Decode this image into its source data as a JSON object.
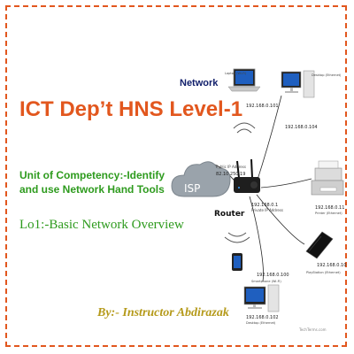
{
  "slide": {
    "title": "ICT Dep’t HNS Level-1",
    "network_label": "Network",
    "unit_of_competency": "Unit of Competency:-Identify and use Network Hand Tools",
    "learning_outcome": "Lo1:-Basic Network Overview",
    "byline": "By:- Instructor Abdirazak",
    "colors": {
      "title": "#e2571e",
      "border": "#e2571e",
      "green": "#2e9b1e",
      "byline": "#b59a1a",
      "network": "#111f6b"
    }
  },
  "diagram": {
    "isp_label": "ISP",
    "public_ip_caption": "Public IP Address",
    "public_ip": "82.10.250.19",
    "router_label": "Router",
    "router_ip": "192.168.0.1",
    "router_ip_caption": "Private IP Address",
    "devices": {
      "laptop": {
        "caption": "Laptop (Wi-Fi)",
        "ip": "192.168.0.101"
      },
      "desktop_top": {
        "caption": "Desktop (Ethernet)",
        "ip": "192.168.0.104"
      },
      "printer": {
        "caption": "Printer (Ethernet)",
        "ip": "192.168.0.11"
      },
      "playstation": {
        "caption": "PlayStation (Ethernet)",
        "ip": "192.168.0.10"
      },
      "smartphone": {
        "caption": "Smartphone (Wi-Fi)",
        "ip": "192.168.0.100"
      },
      "desktop_bottom": {
        "caption": "Desktop (Ethernet)",
        "ip": "192.168.0.102"
      }
    },
    "watermark": "TechTerms.com"
  }
}
